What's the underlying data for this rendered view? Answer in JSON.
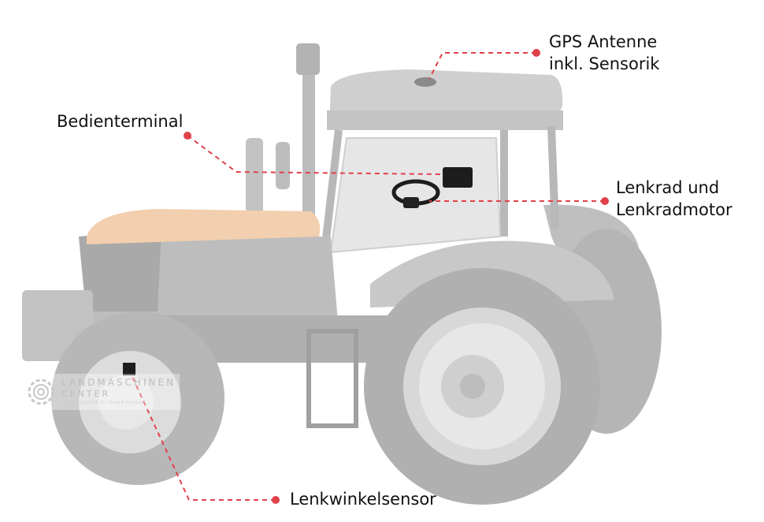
{
  "labels": {
    "gps_line1": "GPS Antenne",
    "gps_line2": "inkl. Sensorik",
    "terminal": "Bedienterminal",
    "steering_line1": "Lenkrad und",
    "steering_line2": "Lenkradmotor",
    "angle_sensor": "Lenkwinkelsensor"
  },
  "watermark": {
    "line1": "LANDMASCHINEN",
    "line2": "CENTER",
    "line3": "BESTE QUALITÄT ZU FAIREN PREISEN"
  },
  "colors": {
    "leader": "#e0414a",
    "tractor_body": "#c9c9c9",
    "tractor_dark": "#a8a8a8",
    "hood": "#f2cfae"
  }
}
